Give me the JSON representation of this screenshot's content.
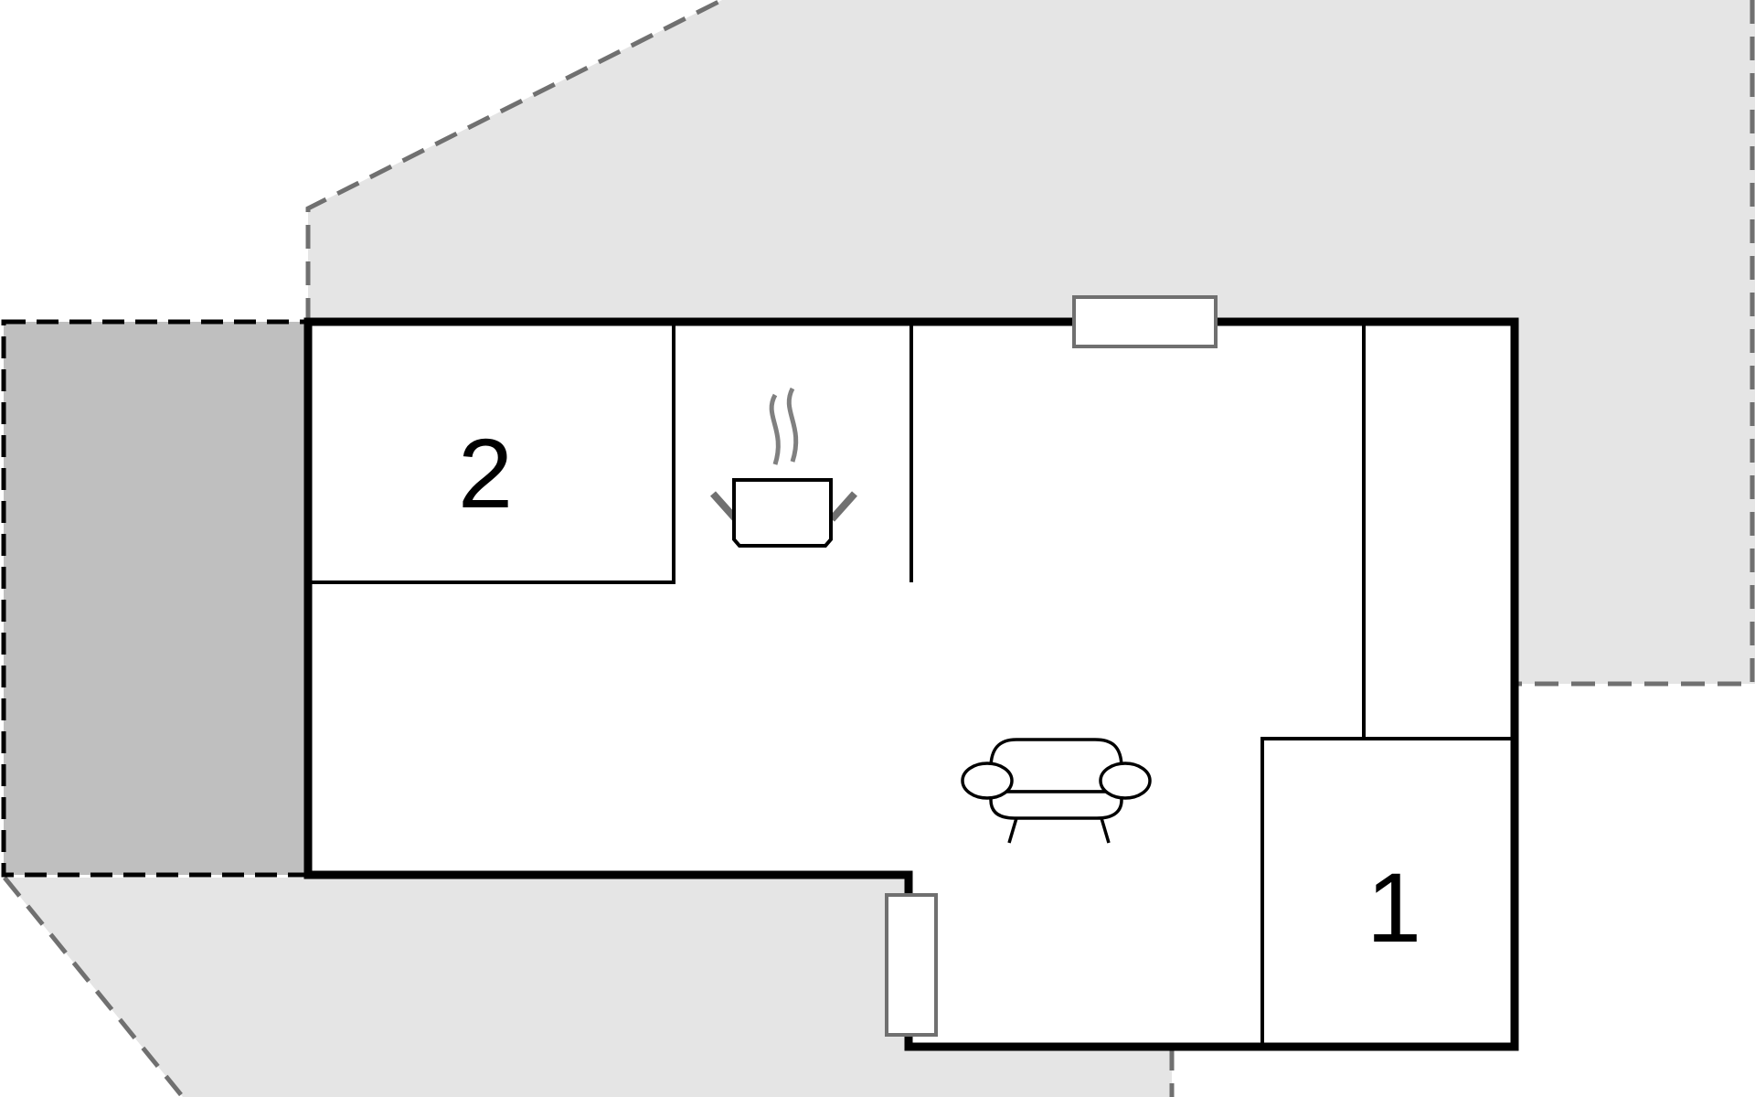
{
  "floorplan": {
    "rooms": [
      {
        "id": "bedroom-2",
        "label": "2"
      },
      {
        "id": "bedroom-1",
        "label": "1"
      }
    ],
    "icons": [
      {
        "name": "cooking-pot-icon",
        "meaning": "kitchen"
      },
      {
        "name": "sofa-icon",
        "meaning": "living room"
      }
    ],
    "colors": {
      "wall": "#000000",
      "terrace": "#e5e5e5",
      "covered_terrace": "#bfbfbf",
      "window": "#707070",
      "dashed_outline": "#707070"
    }
  }
}
